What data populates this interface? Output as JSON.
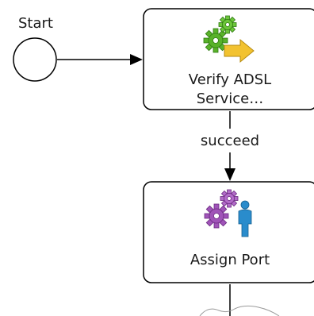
{
  "diagram": {
    "start_event": {
      "label": "Start"
    },
    "tasks": [
      {
        "label_line1": "Verify ADSL",
        "label_line2": "Service…",
        "icon": "gears-arrow-icon"
      },
      {
        "label": "Assign Port",
        "icon": "gears-person-icon"
      }
    ],
    "flows": [
      {
        "label": "succeed"
      }
    ],
    "colors": {
      "gear_green": "#59b22a",
      "gear_purple": "#a054b8",
      "arrow_yellow": "#f2c230",
      "person_blue": "#2a8ccc",
      "line": "#000000",
      "box_fill": "#ffffff"
    }
  }
}
